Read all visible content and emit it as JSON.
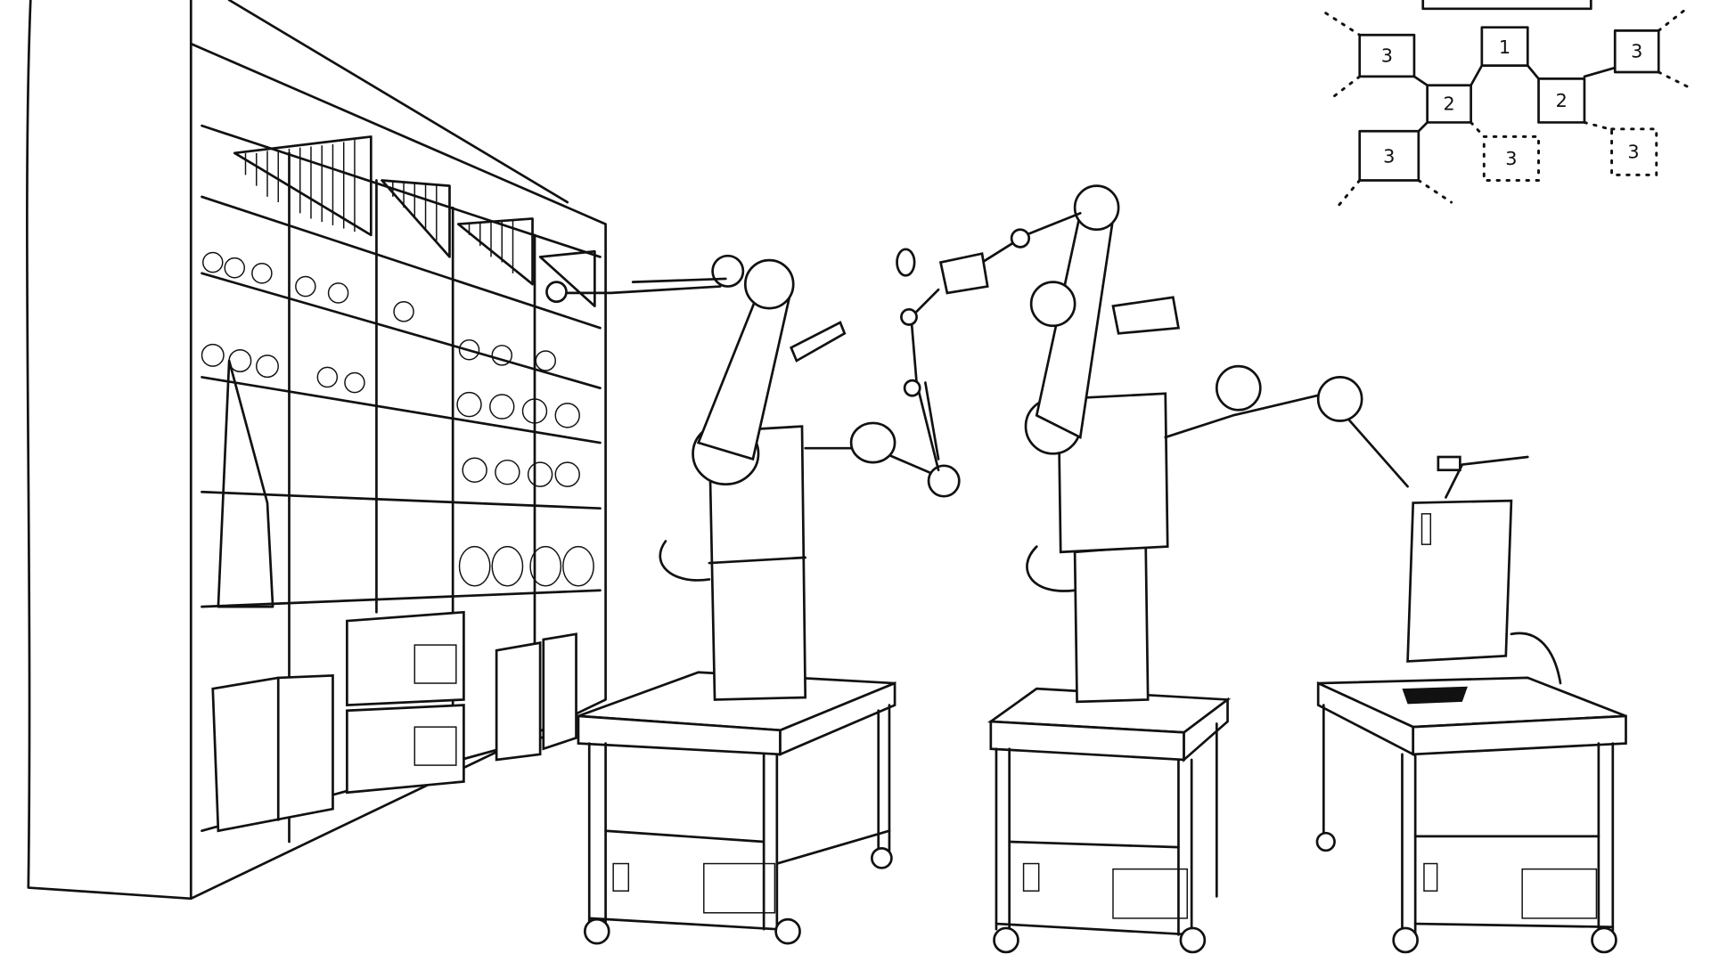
{
  "illustration": {
    "subject": "robot-workcell",
    "stations": [
      {
        "id": "station-left"
      },
      {
        "id": "station-middle"
      },
      {
        "id": "station-right"
      }
    ]
  },
  "layout_diagram": {
    "nodes": [
      {
        "label": "1",
        "style": "solid"
      },
      {
        "label": "2",
        "style": "solid"
      },
      {
        "label": "2",
        "style": "solid"
      },
      {
        "label": "3",
        "style": "solid"
      },
      {
        "label": "3",
        "style": "solid"
      },
      {
        "label": "3",
        "style": "solid"
      },
      {
        "label": "3",
        "style": "dotted"
      },
      {
        "label": "3",
        "style": "dotted"
      }
    ]
  },
  "colors": {
    "ink": "#111111",
    "paper": "#ffffff"
  }
}
